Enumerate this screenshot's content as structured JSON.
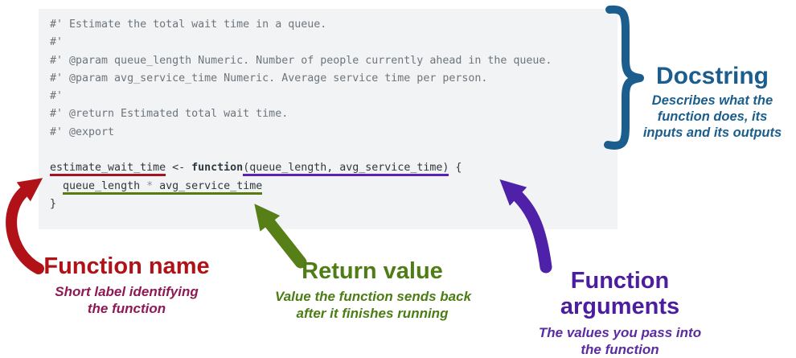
{
  "code": {
    "comments": [
      "#' Estimate the total wait time in a queue.",
      "#'",
      "#' @param queue_length Numeric. Number of people currently ahead in the queue.",
      "#' @param avg_service_time Numeric. Average service time per person.",
      "#'",
      "#' @return Estimated total wait time.",
      "#' @export"
    ],
    "signature": {
      "name": "estimate_wait_time",
      "assign": " <- ",
      "keyword": "function",
      "args_group": "(queue_length, avg_service_time)",
      "tail": " {"
    },
    "body": {
      "indent": "  ",
      "left": "queue_length",
      "operator": " * ",
      "right": "avg_service_time"
    },
    "closing_brace": "}"
  },
  "annotations": {
    "docstring": {
      "title": "Docstring",
      "desc_lines": [
        "Describes what the",
        "function does, its",
        "inputs and its outputs"
      ]
    },
    "function_name": {
      "title": "Function name",
      "desc_lines": [
        "Short label identifying",
        "the function"
      ]
    },
    "return_value": {
      "title": "Return value",
      "desc_lines": [
        "Value the function sends back",
        "after it finishes running"
      ]
    },
    "function_arguments": {
      "title": "Function arguments",
      "desc_lines": [
        "The values you pass into",
        "the function"
      ]
    }
  },
  "colors": {
    "code_background": "#f1f3f4",
    "comment_gray": "#6d757d",
    "code_text": "#30393f",
    "operator_gray": "#8a9199",
    "docstring_blue": "#1b5e8e",
    "function_name_red": "#b01217",
    "function_name_desc_maroon": "#8e1a55",
    "return_value_green": "#4f7d15",
    "arguments_purple": "#4c1d9e",
    "underline_red": "#a31320",
    "underline_purple": "#5b21b6",
    "underline_green": "#567d0b"
  }
}
